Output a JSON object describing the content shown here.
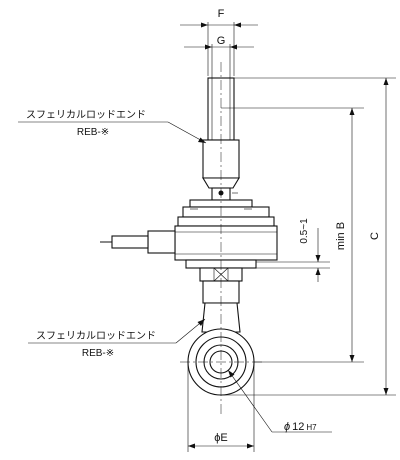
{
  "labels": {
    "upper_part_name": "スフェリカルロッドエンド",
    "upper_part_code": "REB-※",
    "lower_part_name": "スフェリカルロッドエンド",
    "lower_part_code": "REB-※",
    "dim_f": "F",
    "dim_g": "G",
    "dim_gap": "0.5~1",
    "dim_min_b": "min B",
    "dim_c": "C",
    "dim_bore_symbol": "ϕ",
    "dim_bore_value": "12",
    "dim_bore_tolerance": "H7",
    "dim_e": "ϕE"
  }
}
